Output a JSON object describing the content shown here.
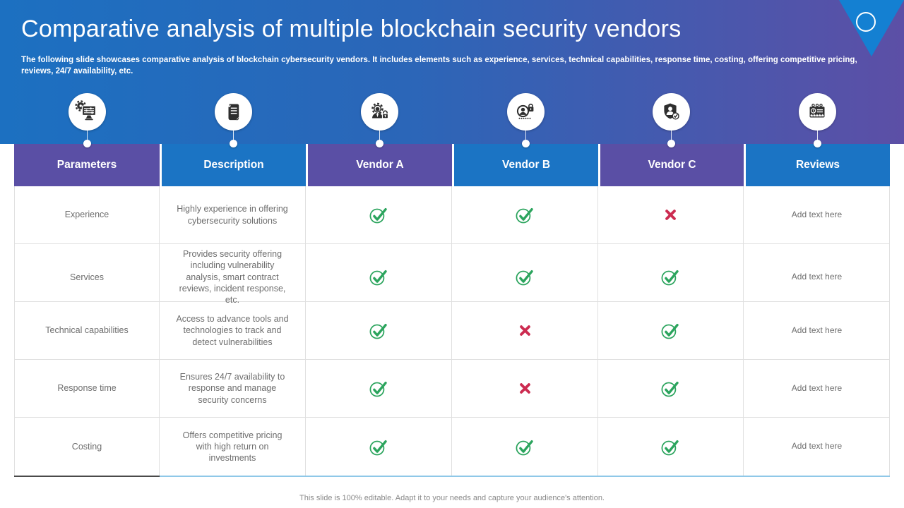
{
  "slide": {
    "title": "Comparative analysis of multiple blockchain security vendors",
    "subtitle": "The following slide showcases comparative analysis of blockchain cybersecurity vendors. It includes elements such as experience, services, technical capabilities, response time, costing, offering competitive pricing, reviews, 24/7 availability, etc.",
    "footer": "This slide is 100% editable.  Adapt it to your needs and capture your audience's attention."
  },
  "colors": {
    "banner_gradient_left": "#1C70C1",
    "banner_gradient_right": "#5C4FA6",
    "corner_triangle_blue": "#1480D2",
    "header_purple": "#5A4FA5",
    "header_blue": "#1B74C4",
    "check_green": "#2BA45D",
    "cross_red": "#CC2B50",
    "body_text_gray": "#6E6E6E"
  },
  "table": {
    "columns": [
      {
        "label": "Parameters",
        "icon": "monitor-settings-icon",
        "color": "purple"
      },
      {
        "label": "Description",
        "icon": "document-scroll-icon",
        "color": "blue"
      },
      {
        "label": "Vendor A",
        "icon": "person-gear-lock-icon",
        "color": "purple"
      },
      {
        "label": "Vendor B",
        "icon": "person-padlock-icon",
        "color": "blue"
      },
      {
        "label": "Vendor C",
        "icon": "shield-person-check-icon",
        "color": "purple"
      },
      {
        "label": "Reviews",
        "icon": "review-card-stars-icon",
        "color": "blue"
      }
    ],
    "rows": [
      {
        "parameter": "Experience",
        "description": "Highly experience in offering cybersecurity solutions",
        "vendor_a": "check",
        "vendor_b": "check",
        "vendor_c": "cross",
        "review": "Add text here"
      },
      {
        "parameter": "Services",
        "description": "Provides security offering including vulnerability analysis, smart contract reviews, incident response, etc.",
        "vendor_a": "check",
        "vendor_b": "check",
        "vendor_c": "check",
        "review": "Add text here"
      },
      {
        "parameter": "Technical capabilities",
        "description": "Access to advance tools and technologies to track and detect vulnerabilities",
        "vendor_a": "check",
        "vendor_b": "cross",
        "vendor_c": "check",
        "review": "Add text here"
      },
      {
        "parameter": "Response time",
        "description": "Ensures 24/7 availability to response and manage security concerns",
        "vendor_a": "check",
        "vendor_b": "cross",
        "vendor_c": "check",
        "review": "Add text here"
      },
      {
        "parameter": "Costing",
        "description": "Offers competitive pricing with high return on investments",
        "vendor_a": "check",
        "vendor_b": "check",
        "vendor_c": "check",
        "review": "Add text here"
      }
    ]
  }
}
